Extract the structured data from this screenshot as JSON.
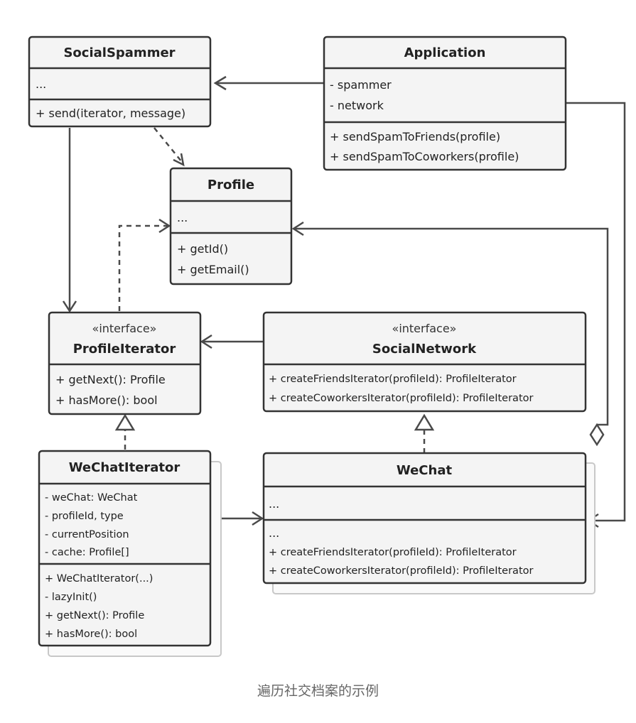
{
  "classes": {
    "social_spammer": {
      "title": "SocialSpammer",
      "fields": [
        "..."
      ],
      "methods": [
        "+ send(iterator, message)"
      ]
    },
    "application": {
      "title": "Application",
      "fields": [
        "- spammer",
        "- network"
      ],
      "methods": [
        "+ sendSpamToFriends(profile)",
        "+ sendSpamToCoworkers(profile)"
      ]
    },
    "profile": {
      "title": "Profile",
      "fields": [
        "..."
      ],
      "methods": [
        "+ getId()",
        "+ getEmail()"
      ]
    },
    "profile_iterator": {
      "stereotype": "«interface»",
      "title": "ProfileIterator",
      "methods": [
        "+ getNext(): Profile",
        "+ hasMore(): bool"
      ]
    },
    "social_network": {
      "stereotype": "«interface»",
      "title": "SocialNetwork",
      "methods": [
        "+ createFriendsIterator(profileId): ProfileIterator",
        "+ createCoworkersIterator(profileId): ProfileIterator"
      ]
    },
    "wechat_iterator": {
      "title": "WeChatIterator",
      "fields": [
        "- weChat: WeChat",
        "- profileId, type",
        "- currentPosition",
        "- cache: Profile[]"
      ],
      "methods": [
        "+ WeChatIterator(...)",
        "-  lazyInit()",
        "+ getNext(): Profile",
        "+ hasMore(): bool"
      ]
    },
    "wechat": {
      "title": "WeChat",
      "fields": [
        "..."
      ],
      "methods": [
        "...",
        "+ createFriendsIterator(profileId): ProfileIterator",
        "+ createCoworkersIterator(profileId): ProfileIterator"
      ]
    }
  },
  "caption": "遍历社交档案的示例"
}
